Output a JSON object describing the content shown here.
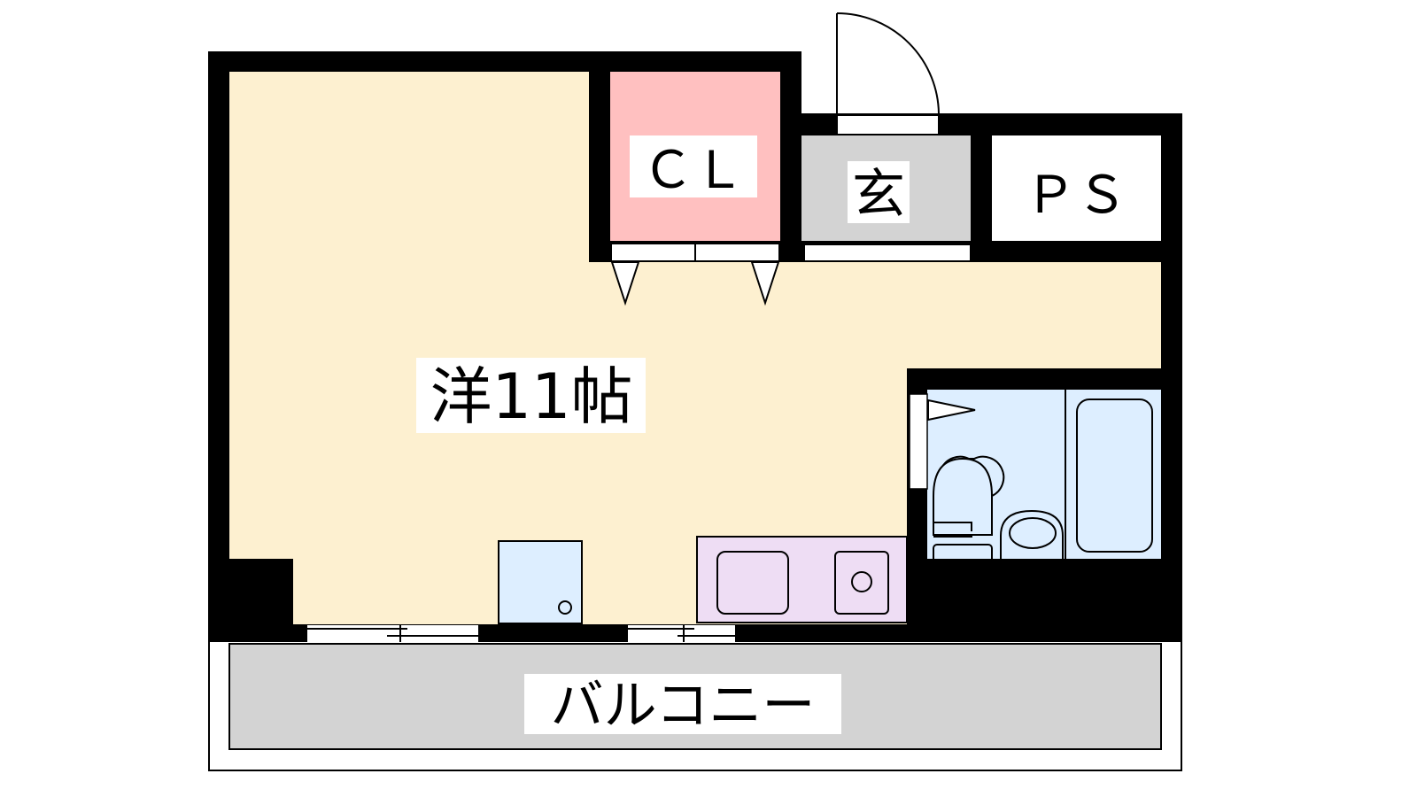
{
  "rooms": {
    "western_room": "洋11帖",
    "closet": "ＣＬ",
    "entrance": "玄",
    "pipe_space": "ＰＳ",
    "balcony": "バルコニー"
  },
  "colors": {
    "room": "#FDF0D0",
    "closet": "#FFC0C0",
    "entrance": "#D3D3D3",
    "bath": "#DDEEFF",
    "kitchen": "#EEDDF4",
    "balcony": "#D3D3D3",
    "wall": "#000000"
  }
}
